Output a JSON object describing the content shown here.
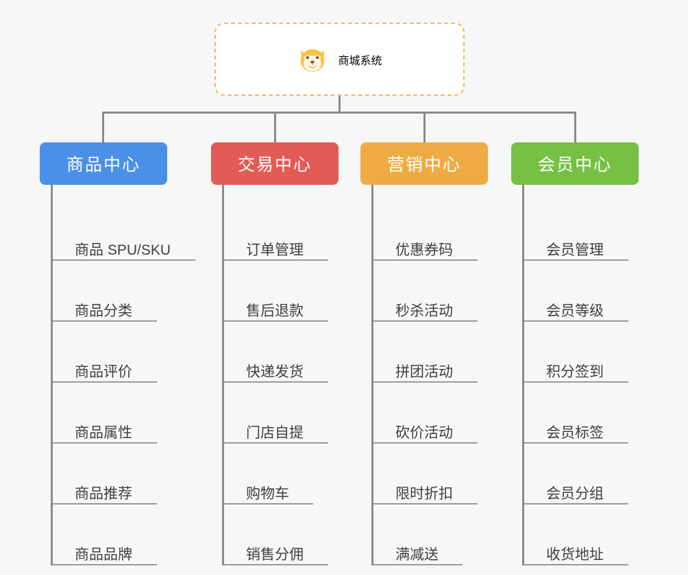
{
  "page": {
    "background_color": "#f7f7f7",
    "connector_color": "#8a8a8a"
  },
  "root": {
    "title": "商城系统",
    "icon": "shiba-dog-icon",
    "text_color": "#efb040",
    "border_color": "#f0b95a",
    "background_color": "#ffffff"
  },
  "branches": [
    {
      "label": "商品中心",
      "color": "#4a90e8",
      "items": [
        "商品 SPU/SKU",
        "商品分类",
        "商品评价",
        "商品属性",
        "商品推荐",
        "商品品牌"
      ]
    },
    {
      "label": "交易中心",
      "color": "#e25b56",
      "items": [
        "订单管理",
        "售后退款",
        "快递发货",
        "门店自提",
        "购物车",
        "销售分佣"
      ]
    },
    {
      "label": "营销中心",
      "color": "#eeab44",
      "items": [
        "优惠券码",
        "秒杀活动",
        "拼团活动",
        "砍价活动",
        "限时折扣",
        "满减送"
      ]
    },
    {
      "label": "会员中心",
      "color": "#76c043",
      "items": [
        "会员管理",
        "会员等级",
        "积分签到",
        "会员标签",
        "会员分组",
        "收货地址"
      ]
    }
  ]
}
